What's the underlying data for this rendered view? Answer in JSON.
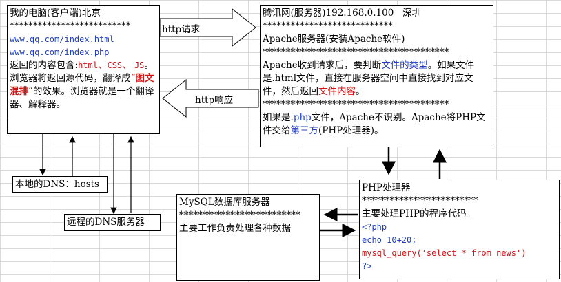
{
  "grid": {
    "color": "#d9d9d9"
  },
  "browser_box": {
    "title": "我的电脑(客户端)北京",
    "stars": "**************************",
    "url_html": "www.qq.com/index.html",
    "url_php": "www.qq.com/index.php",
    "return_prefix": "返回的内容包含:",
    "return_html": "html",
    "sep1": "、",
    "return_css": "CSS",
    "sep2": "、",
    "return_js": "JS",
    "desc_part1": "。浏览器将返回源代码，翻译成",
    "quote_open": "“",
    "highlight": "图文混排",
    "quote_close": "”",
    "desc_part2": "的效果。浏览器就是一个翻译器、解释器。"
  },
  "server_box": {
    "title": "腾讯网(服务器)192.168.0.100   深圳",
    "stars1": "****************************",
    "apache_line": "Apache服务器(安装Apache软件)",
    "stars2": "****************************************",
    "para1_part1": "Apache收到请求后，要判断",
    "para1_link": "文件的类型",
    "para1_part2": "。如果文件是.html文件，直接在服务器空间中直接找到对应文件，然后返回",
    "para1_red": "文件内容",
    "para1_end": "。",
    "stars3": "****************************************",
    "para2_part1": "如果是.",
    "para2_php": "php",
    "para2_part2": "文件，Apache不识别。Apache将PHP文件交给",
    "para2_third": "第三方",
    "para2_part3": "(PHP处理器)。"
  },
  "arrows": {
    "request_label": "http请求",
    "response_label": "http响应"
  },
  "hosts_box": {
    "label": "本地的DNS：hosts"
  },
  "dns_box": {
    "label": "远程的DNS服务器"
  },
  "mysql_box": {
    "title": "MySQL数据库服务器",
    "stars": "**************************",
    "desc": "主要工作负责处理各种数据"
  },
  "php_box": {
    "title": "PHP处理器",
    "stars": "*************************",
    "desc": "主要处理PHP的程序代码。",
    "code_open": "<?php",
    "code_echo": "echo 10+20;",
    "code_query": "mysql_query('select * from news')",
    "code_close": "?>"
  },
  "colors": {
    "blue": "#1f3fbf",
    "red": "#d21414"
  }
}
